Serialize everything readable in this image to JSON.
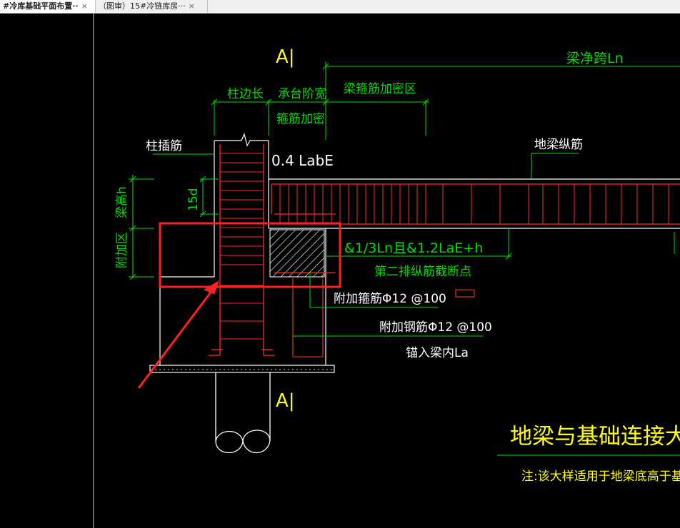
{
  "tabs": [
    {
      "label": "#冷库基础平面布置··",
      "close": "×",
      "active": true
    },
    {
      "label": "（图审）15#冷链库房···",
      "close": "×",
      "active": false
    }
  ],
  "drawing": {
    "section_mark_top": "A|",
    "section_mark_bottom": "A|",
    "beam_clear_span": "梁净跨Ln",
    "column_side_length": "柱边长",
    "cap_step_width": "承台阶宽",
    "stirrup_dense": "箍筋加密",
    "beam_stirrup_dense_zone": "梁箍筋加密区",
    "column_dowel": "柱插筋",
    "anchor_label": "0.4 LabE",
    "ground_beam_long_bar": "地梁纵筋",
    "dim_15d": "15d",
    "beam_height": "梁高h",
    "additional_zone": "附加区",
    "cutoff_length": "&1/3Ln且&1.2LaE+h",
    "second_row_cutoff": "第二排纵筋截断点",
    "add_stirrup": "附加箍筋Φ12 @100",
    "add_rebar": "附加钢筋Φ12 @100",
    "anchor_in_beam": "锚入梁内La",
    "detail_title": "地梁与基础连接大样(一",
    "note": "注:该大样适用于地梁底高于基础顶"
  },
  "colors": {
    "cad_background": "#000000",
    "cad_green": "#00e000",
    "cad_yellow": "#ffff00",
    "cad_red": "#ff2a2a",
    "cad_white": "#ffffff",
    "annotation_red": "#ff2020"
  }
}
